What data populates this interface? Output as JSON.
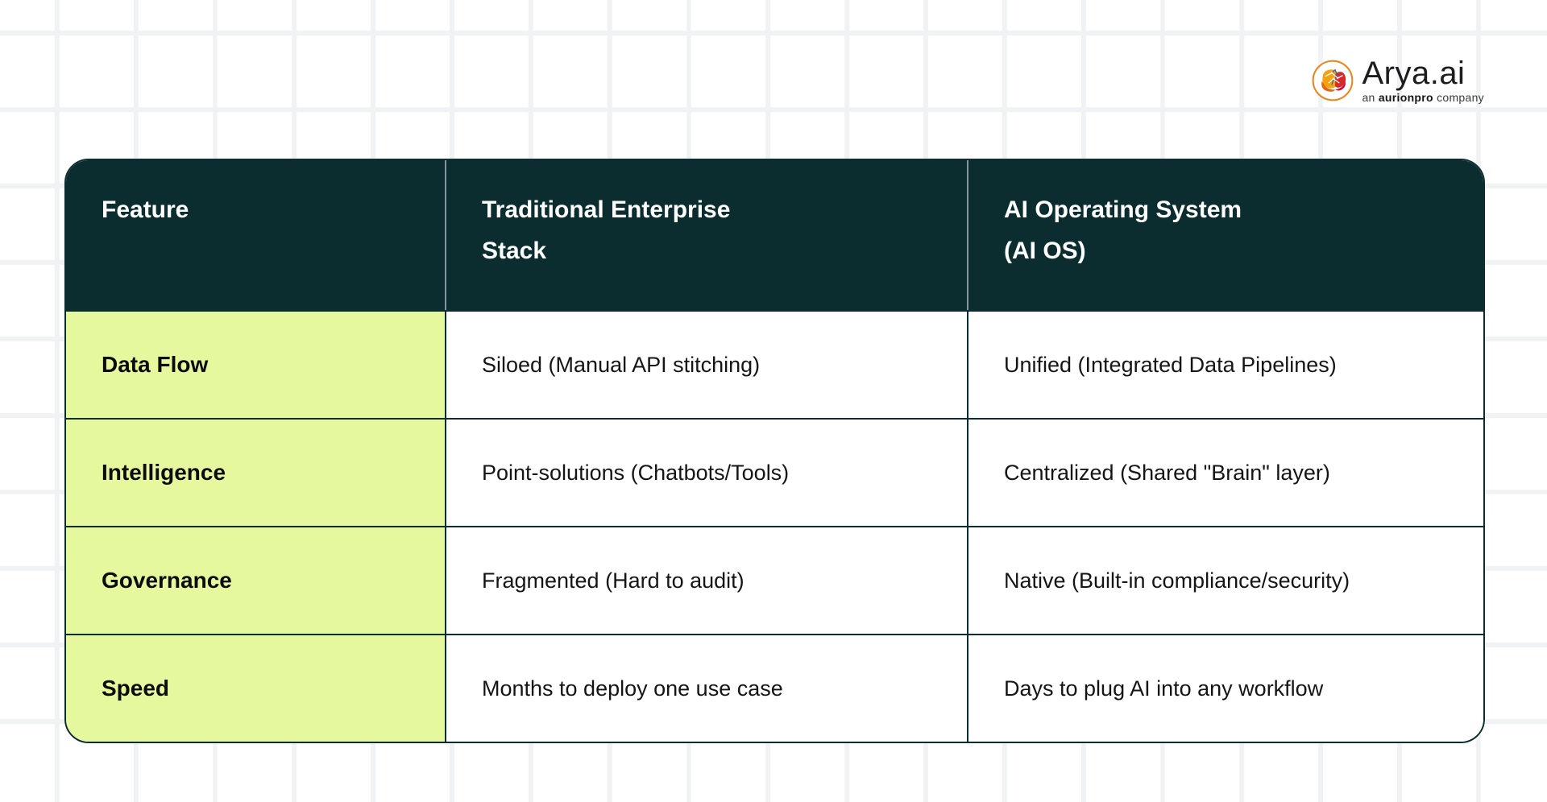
{
  "brand": {
    "name": "Arya.ai",
    "tagline_prefix": "an",
    "tagline_bold": "aurionpro",
    "tagline_suffix": "company"
  },
  "table": {
    "columns": [
      {
        "lines": [
          "Feature"
        ]
      },
      {
        "lines": [
          "Traditional Enterprise",
          "Stack"
        ]
      },
      {
        "lines": [
          "AI Operating System",
          "(AI OS)"
        ]
      }
    ],
    "rows": [
      {
        "cells": [
          "Data Flow",
          "Siloed (Manual API stitching)",
          "Unified (Integrated Data Pipelines)"
        ]
      },
      {
        "cells": [
          "Intelligence",
          "Point-solutions (Chatbots/Tools)",
          "Centralized (Shared \"Brain\" layer)"
        ]
      },
      {
        "cells": [
          "Governance",
          "Fragmented (Hard to audit)",
          "Native (Built-in compliance/security)"
        ]
      },
      {
        "cells": [
          "Speed",
          "Months to deploy one use case",
          "Days to plug AI into any workflow"
        ]
      }
    ]
  },
  "colors": {
    "header_bg": "#0B2D30",
    "feature_column_bg": "#E6F89E",
    "header_text": "#FFFFFF",
    "body_text": "#151515",
    "header_divider": "rgba(255,255,255,0.5)",
    "body_divider": "#0B2D30",
    "grid_line": "#F1F2F4",
    "logo_ring_orange": "#E8871E"
  }
}
